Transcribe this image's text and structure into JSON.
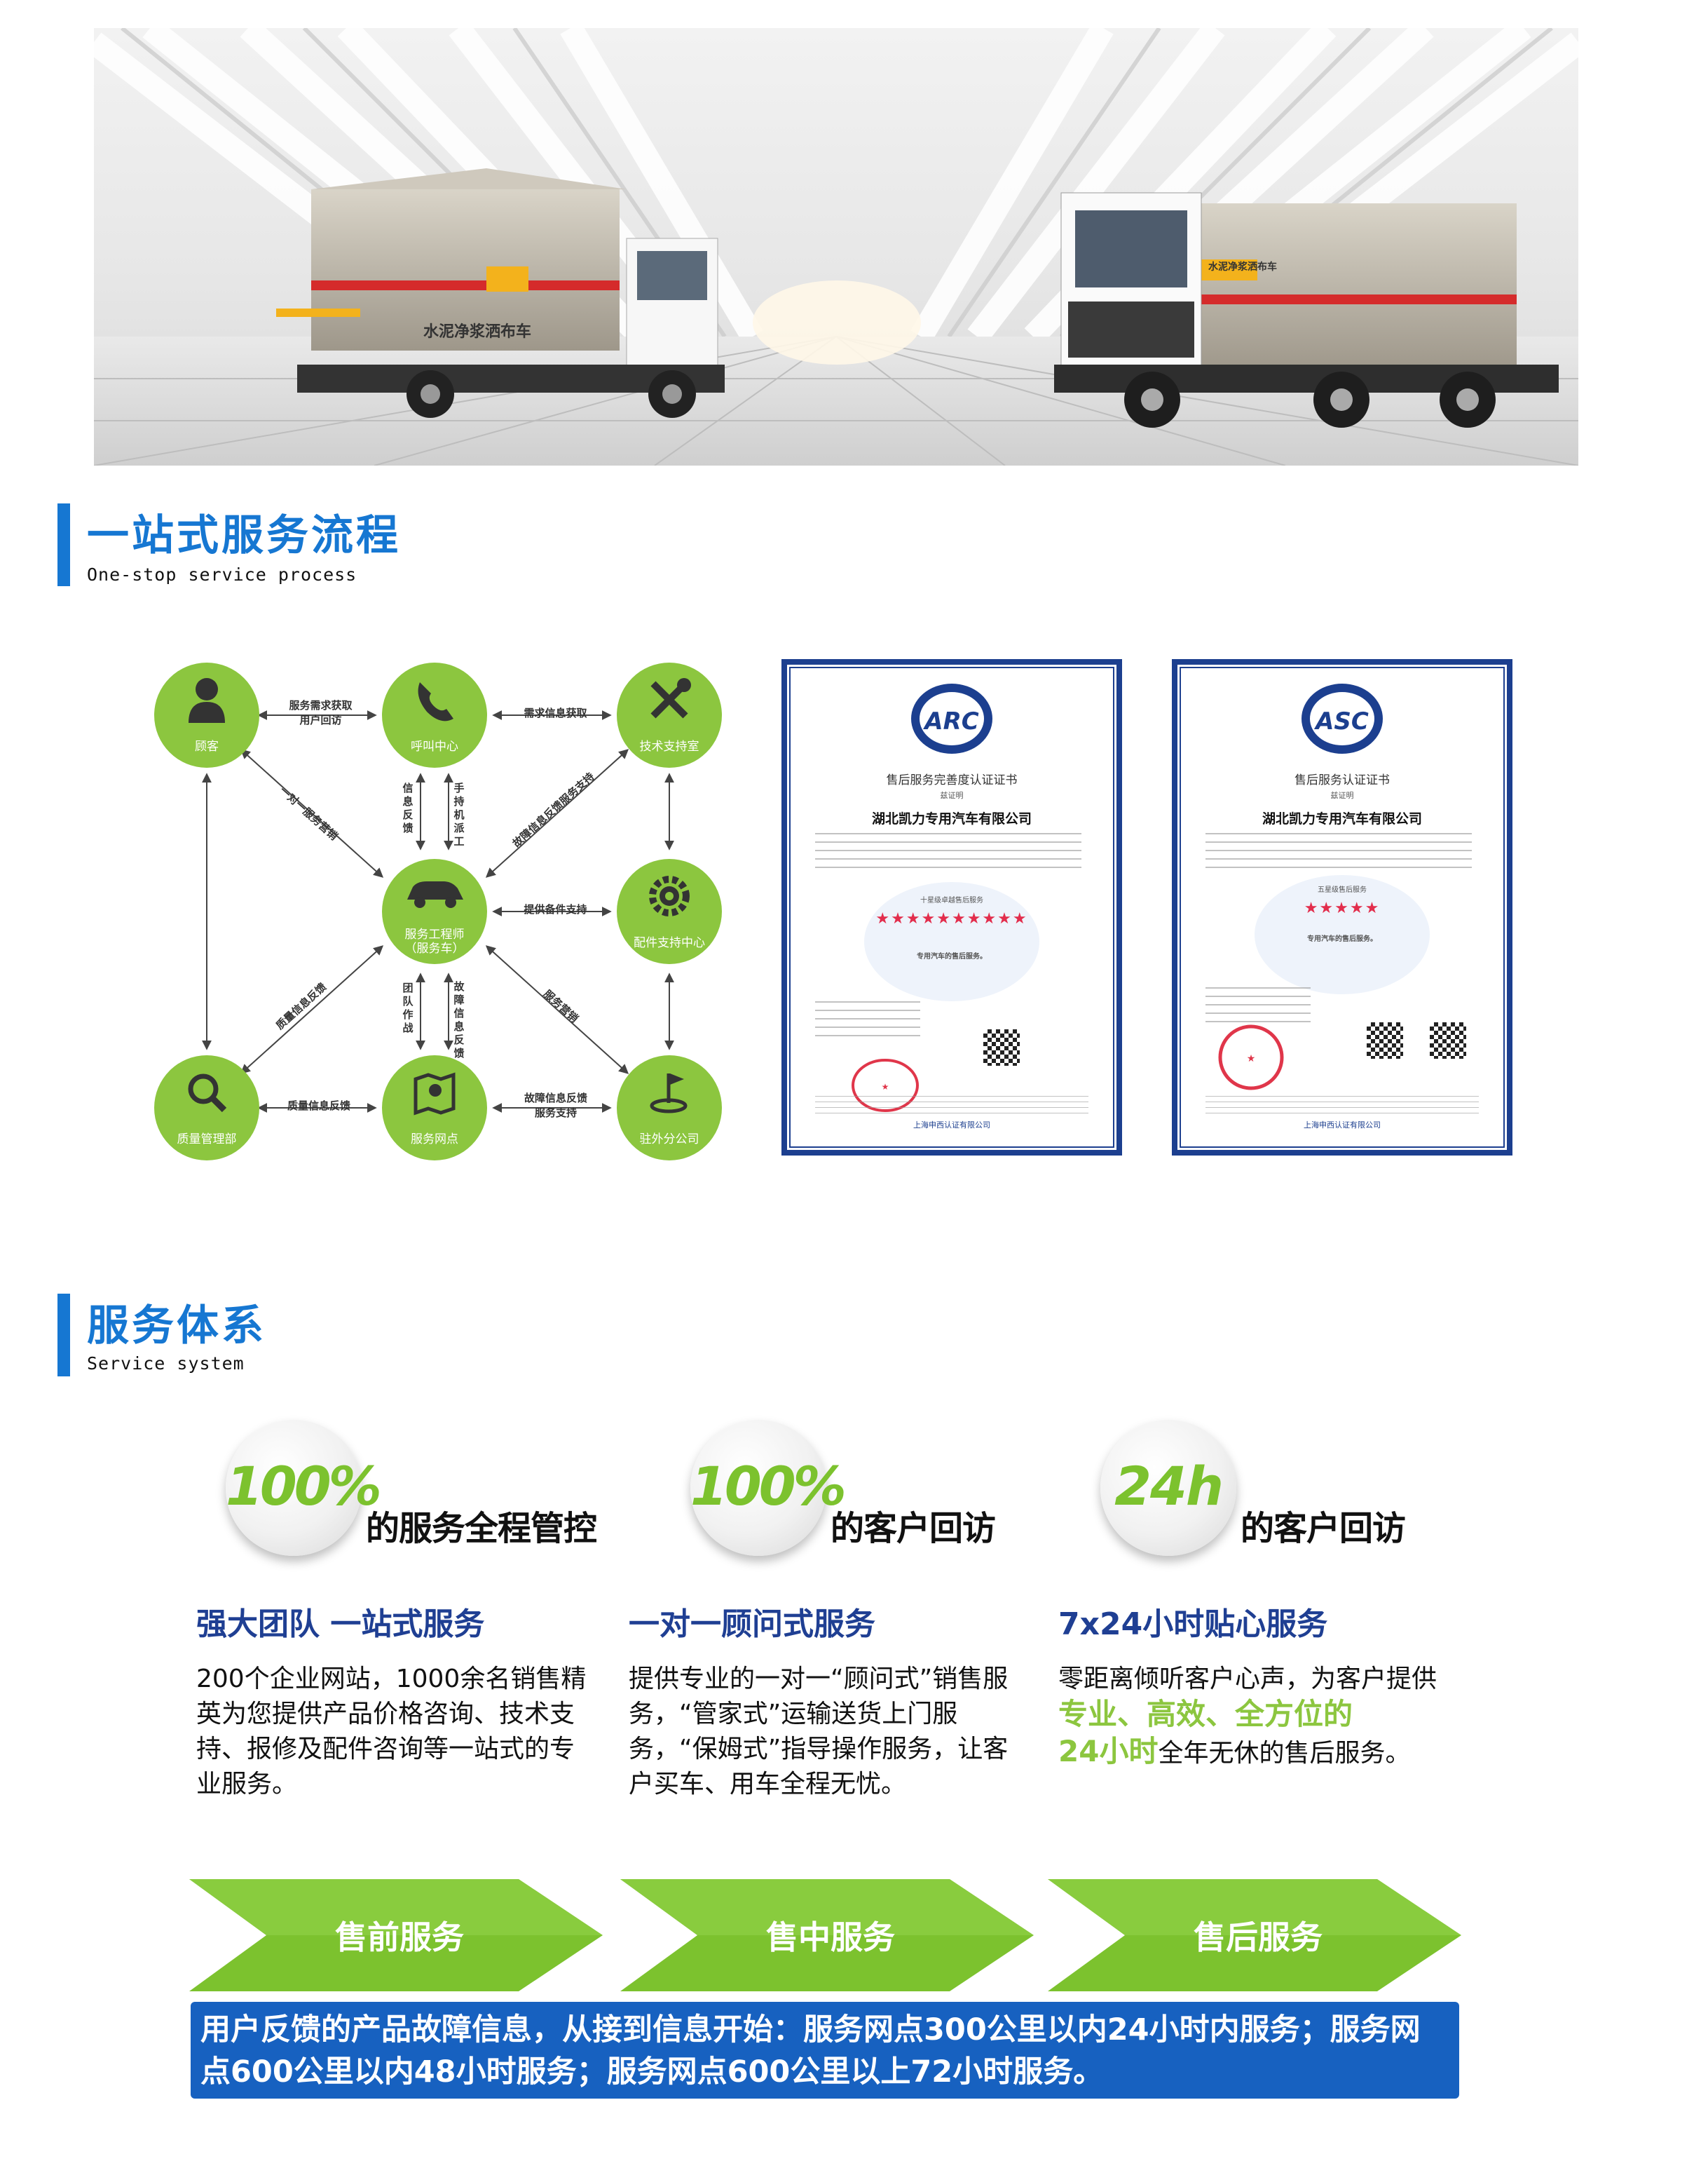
{
  "hero": {
    "truck_left_label": "水泥净浆洒布车",
    "truck_right_label": "水泥净浆洒布车"
  },
  "section1": {
    "title": "一站式服务流程",
    "subtitle": "One-stop service process"
  },
  "process": {
    "nodes": {
      "customer": "顾客",
      "call_center": "呼叫中心",
      "tech_support": "技术支持室",
      "engineer": "服务工程师\n（服务车）",
      "parts_center": "配件支持中心",
      "quality": "质量管理部",
      "service_point": "服务网点",
      "branch": "驻外分公司"
    },
    "edges": {
      "customer_call": "服务需求获取\n用户回访",
      "call_tech": "需求信息获取",
      "call_engineer_a": "信息反馈",
      "call_engineer_b": "手持机派工",
      "customer_engineer": "一对一服务营销",
      "tech_engineer": "故障信息反馈服务支持",
      "parts_engineer": "提供备件支持",
      "quality_engineer": "质量信息反馈",
      "engineer_point_a": "团队作战",
      "engineer_point_b": "故障信息反馈",
      "branch_engineer": "服务营销",
      "point_quality": "质量信息反馈",
      "branch_point": "故障信息反馈\n服务支持"
    }
  },
  "certificates": [
    {
      "badge_text": "ARC",
      "title": "售后服务完善度认证证书",
      "zheng": "兹证明",
      "company": "湖北凯力专用汽车有限公司",
      "grade": "十星级卓越售后服务",
      "stars": "★★★★★★★★★★",
      "scope": "专用汽车的售后服务。",
      "issuer": "上海申西认证有限公司"
    },
    {
      "badge_text": "ASC",
      "title": "售后服务认证证书",
      "zheng": "兹证明",
      "company": "湖北凯力专用汽车有限公司",
      "grade": "五星级售后服务",
      "stars": "★★★★★",
      "scope": "专用汽车的售后服务。",
      "issuer": "上海申西认证有限公司"
    }
  ],
  "section2": {
    "title": "服务体系",
    "subtitle": "Service system"
  },
  "cards": [
    {
      "badge": "100%",
      "caption": "的服务全程管控",
      "title": "强大团队  一站式服务",
      "body": "200个企业网站，1000余名销售精英为您提供产品价格咨询、技术支持、报修及配件咨询等一站式的专业服务。"
    },
    {
      "badge": "100%",
      "caption": "的客户回访",
      "title": "一对一顾问式服务",
      "body": "提供专业的一对一“顾问式”销售服务，“管家式”运输送货上门服务，“保姆式”指导操作服务，让客户买车、用车全程无忧。"
    },
    {
      "badge": "24h",
      "caption": "的客户回访",
      "title": "7x24小时贴心服务",
      "body_pre": "零距离倾听客户心声，为客户提供",
      "body_hl1": "专业、高效、全方位的",
      "body_hl2": "24小时",
      "body_post": "全年无休的售后服务。"
    }
  ],
  "stages": [
    "售前服务",
    "售中服务",
    "售后服务"
  ],
  "notice": "用户反馈的产品故障信息，从接到信息开始：服务网点300公里以内24小时内服务；服务网点600公里以内48小时服务；服务网点600公里以上72小时服务。",
  "colors": {
    "brand_blue": "#1677d2",
    "navy": "#1f3f93",
    "green": "#8cc63f",
    "notice_bg": "#1761c0"
  }
}
